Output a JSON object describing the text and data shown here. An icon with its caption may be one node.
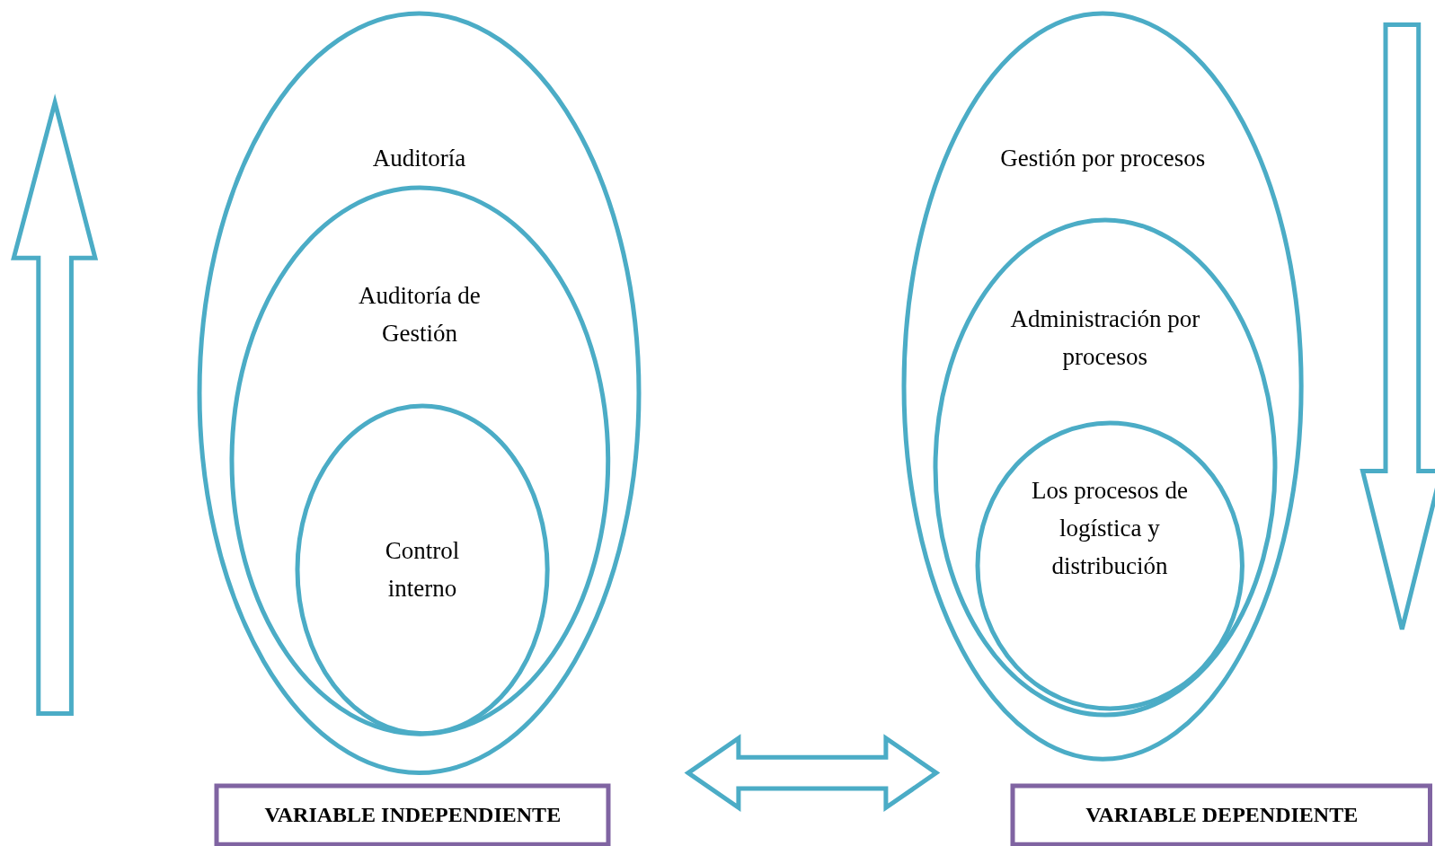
{
  "diagram": {
    "nodes": [
      {
        "text": [
          "Auditoría"
        ]
      },
      {
        "text": [
          "Auditoría de Gestión"
        ],
        "in": 0
      },
      {
        "text": [
          "Control interno"
        ],
        "in": 1
      },
      {
        "text": [
          "Gestión por procesos"
        ]
      },
      {
        "text": [
          "Administración por procesos"
        ],
        "in": 3
      },
      {
        "text": [
          "Los procesos de logística y distribución"
        ],
        "in": 4
      },
      {
        "text": [
          "VARIABLE INDEPENDIENTE"
        ]
      },
      {
        "text": [
          "VARIABLE DEPENDIENTE"
        ]
      }
    ],
    "edges": [
      {
        "from": 6,
        "to": 7,
        "arrow": "both"
      }
    ]
  }
}
